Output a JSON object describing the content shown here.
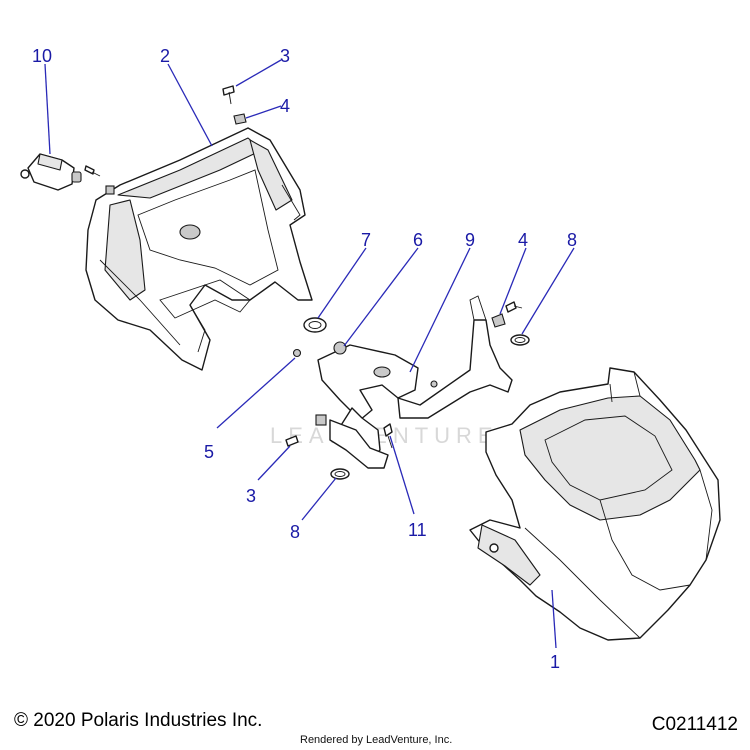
{
  "callouts": {
    "c1": "1",
    "c2": "2",
    "c3_top": "3",
    "c4_top": "4",
    "c5": "5",
    "c6": "6",
    "c7": "7",
    "c8_right": "8",
    "c9": "9",
    "c4_right": "4",
    "c10": "10",
    "c3_bottom": "3",
    "c8_bottom": "8",
    "c11": "11"
  },
  "watermark": "LEADVENTURE",
  "footer": {
    "copyright": "© 2020 Polaris Industries Inc.",
    "drawing_id": "C0211412",
    "rendered_by": "Rendered by LeadVenture, Inc."
  },
  "colors": {
    "callout": "#1a1aa6",
    "leader": "#2a2ab8",
    "line": "#1a1a1a"
  }
}
